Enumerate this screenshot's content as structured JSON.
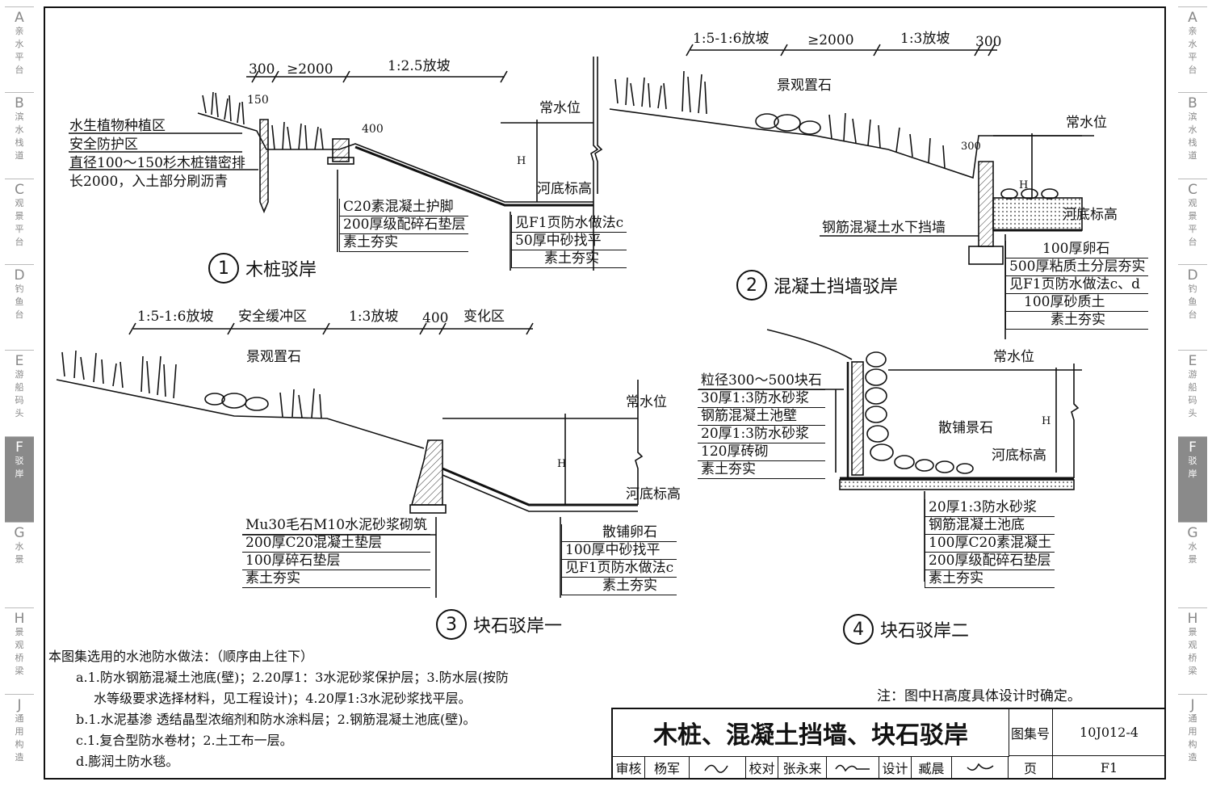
{
  "side_tabs": [
    {
      "letter": "A",
      "label": "亲水平台"
    },
    {
      "letter": "B",
      "label": "滨水栈道"
    },
    {
      "letter": "C",
      "label": "观景平台"
    },
    {
      "letter": "D",
      "label": "钓鱼台"
    },
    {
      "letter": "E",
      "label": "游船码头"
    },
    {
      "letter": "F",
      "label": "驳岸",
      "active": true
    },
    {
      "letter": "G",
      "label": "水景"
    },
    {
      "letter": "H",
      "label": "景观桥梁"
    },
    {
      "letter": "J",
      "label": "通用构造"
    }
  ],
  "d1": {
    "num": "1",
    "title": "木桩驳岸",
    "dims": [
      "300",
      "≥2000",
      "1:2.5放坡",
      "150",
      "400",
      "H"
    ],
    "labels": {
      "water": "常水位",
      "bed": "河底标高"
    },
    "left_stack": [
      "水生植物种植区",
      "安全防护区",
      "直径100～150杉木桩错密排",
      "长2000，入土部分刷沥青"
    ],
    "mid_stack": [
      "C20素混凝土护脚",
      "200厚级配碎石垫层",
      "素土夯实"
    ],
    "right_stack": [
      "见F1页防水做法c",
      "50厚中砂找平",
      "素土夯实"
    ]
  },
  "d2": {
    "num": "2",
    "title": "混凝土挡墙驳岸",
    "dims": [
      "1:5-1:6放坡",
      "≥2000",
      "1:3放坡",
      "300",
      "300",
      "H"
    ],
    "labels": {
      "stone": "景观置石",
      "water": "常水位",
      "bed": "河底标高",
      "wall": "钢筋混凝土水下挡墙"
    },
    "stack": [
      "100厚卵石",
      "500厚粘质土分层夯实",
      "见F1页防水做法c、d",
      "100厚砂质土",
      "素土夯实"
    ]
  },
  "d3": {
    "num": "3",
    "title": "块石驳岸一",
    "dims": [
      "1:5-1:6放坡",
      "安全缓冲区",
      "1:3放坡",
      "400",
      "变化区",
      "H"
    ],
    "labels": {
      "stone": "景观置石",
      "water": "常水位",
      "bed": "河底标高"
    },
    "left_stack": [
      "Mu30毛石M10水泥砂浆砌筑",
      "200厚C20混凝土垫层",
      "100厚碎石垫层",
      "素土夯实"
    ],
    "right_stack": [
      "散铺卵石",
      "100厚中砂找平",
      "见F1页防水做法c",
      "素土夯实"
    ]
  },
  "d4": {
    "num": "4",
    "title": "块石驳岸二",
    "dims": [
      "H"
    ],
    "labels": {
      "water": "常水位",
      "stone": "散铺景石",
      "bed": "河底标高"
    },
    "left_stack": [
      "粒径300～500块石",
      "30厚1:3防水砂浆",
      "钢筋混凝土池壁",
      "20厚1:3防水砂浆",
      "120厚砖砌",
      "素土夯实"
    ],
    "right_stack": [
      "20厚1:3防水砂浆",
      "钢筋混凝土池底",
      "100厚C20素混凝土",
      "200厚级配碎石垫层",
      "素土夯实"
    ]
  },
  "notes": [
    "本图集选用的水池防水做法：（顺序由上往下）",
    "a.1.防水钢筋混凝土池底(壁)；2.20厚1：3水泥砂浆保护层；3.防水层(按防",
    "水等级要求选择材料，见工程设计)；4.20厚1:3水泥砂浆找平层。",
    "b.1.水泥基渗 透结晶型浓缩剂和防水涂料层；2.钢筋混凝土池底(壁)。",
    "c.1.复合型防水卷材；2.土工布一层。",
    "d.膨润土防水毯。"
  ],
  "footnote": "注：图中H高度具体设计时确定。",
  "title_block": {
    "title": "木桩、混凝土挡墙、块石驳岸",
    "atlas_label": "图集号",
    "atlas_no": "10J012-4",
    "page_label": "页",
    "page_no": "F1",
    "review_label": "审核",
    "reviewer": "杨军",
    "check_label": "校对",
    "checker": "张永来",
    "design_label": "设计",
    "designer": "臧晨"
  }
}
